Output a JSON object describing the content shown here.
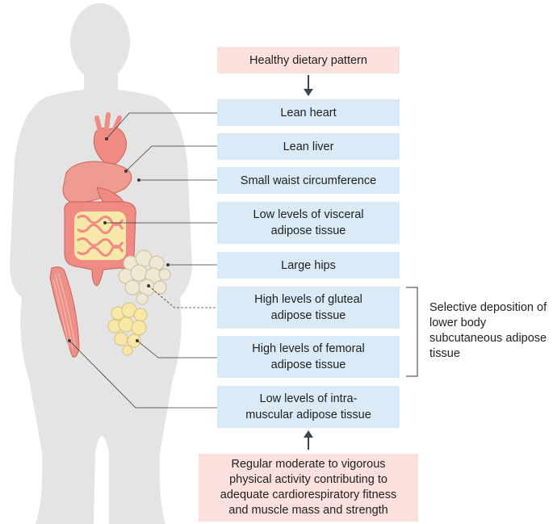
{
  "top_box": "Healthy dietary pattern",
  "outcomes": [
    "Lean heart",
    "Lean liver",
    "Small waist circumference",
    "Low levels of visceral adipose tissue",
    "Large hips",
    "High levels of gluteal adipose tissue",
    "High levels of femoral adipose tissue",
    "Low levels of intra-muscular adipose tissue"
  ],
  "bracket_note": "Selective deposition of lower body subcutaneous adipose tissue",
  "bottom_box": "Regular moderate to vigorous physical activity contributing to adequate cardiorespiratory fitness and muscle mass and strength",
  "colors": {
    "silhouette": "#e4e4e4",
    "outcome_box": "#daeaf6",
    "input_box": "#fbe0dd",
    "organ": "#ef8b82",
    "fat": "#f7e7a8",
    "gluteal_fat": "#efe8d4",
    "arrow": "#3a4652"
  }
}
